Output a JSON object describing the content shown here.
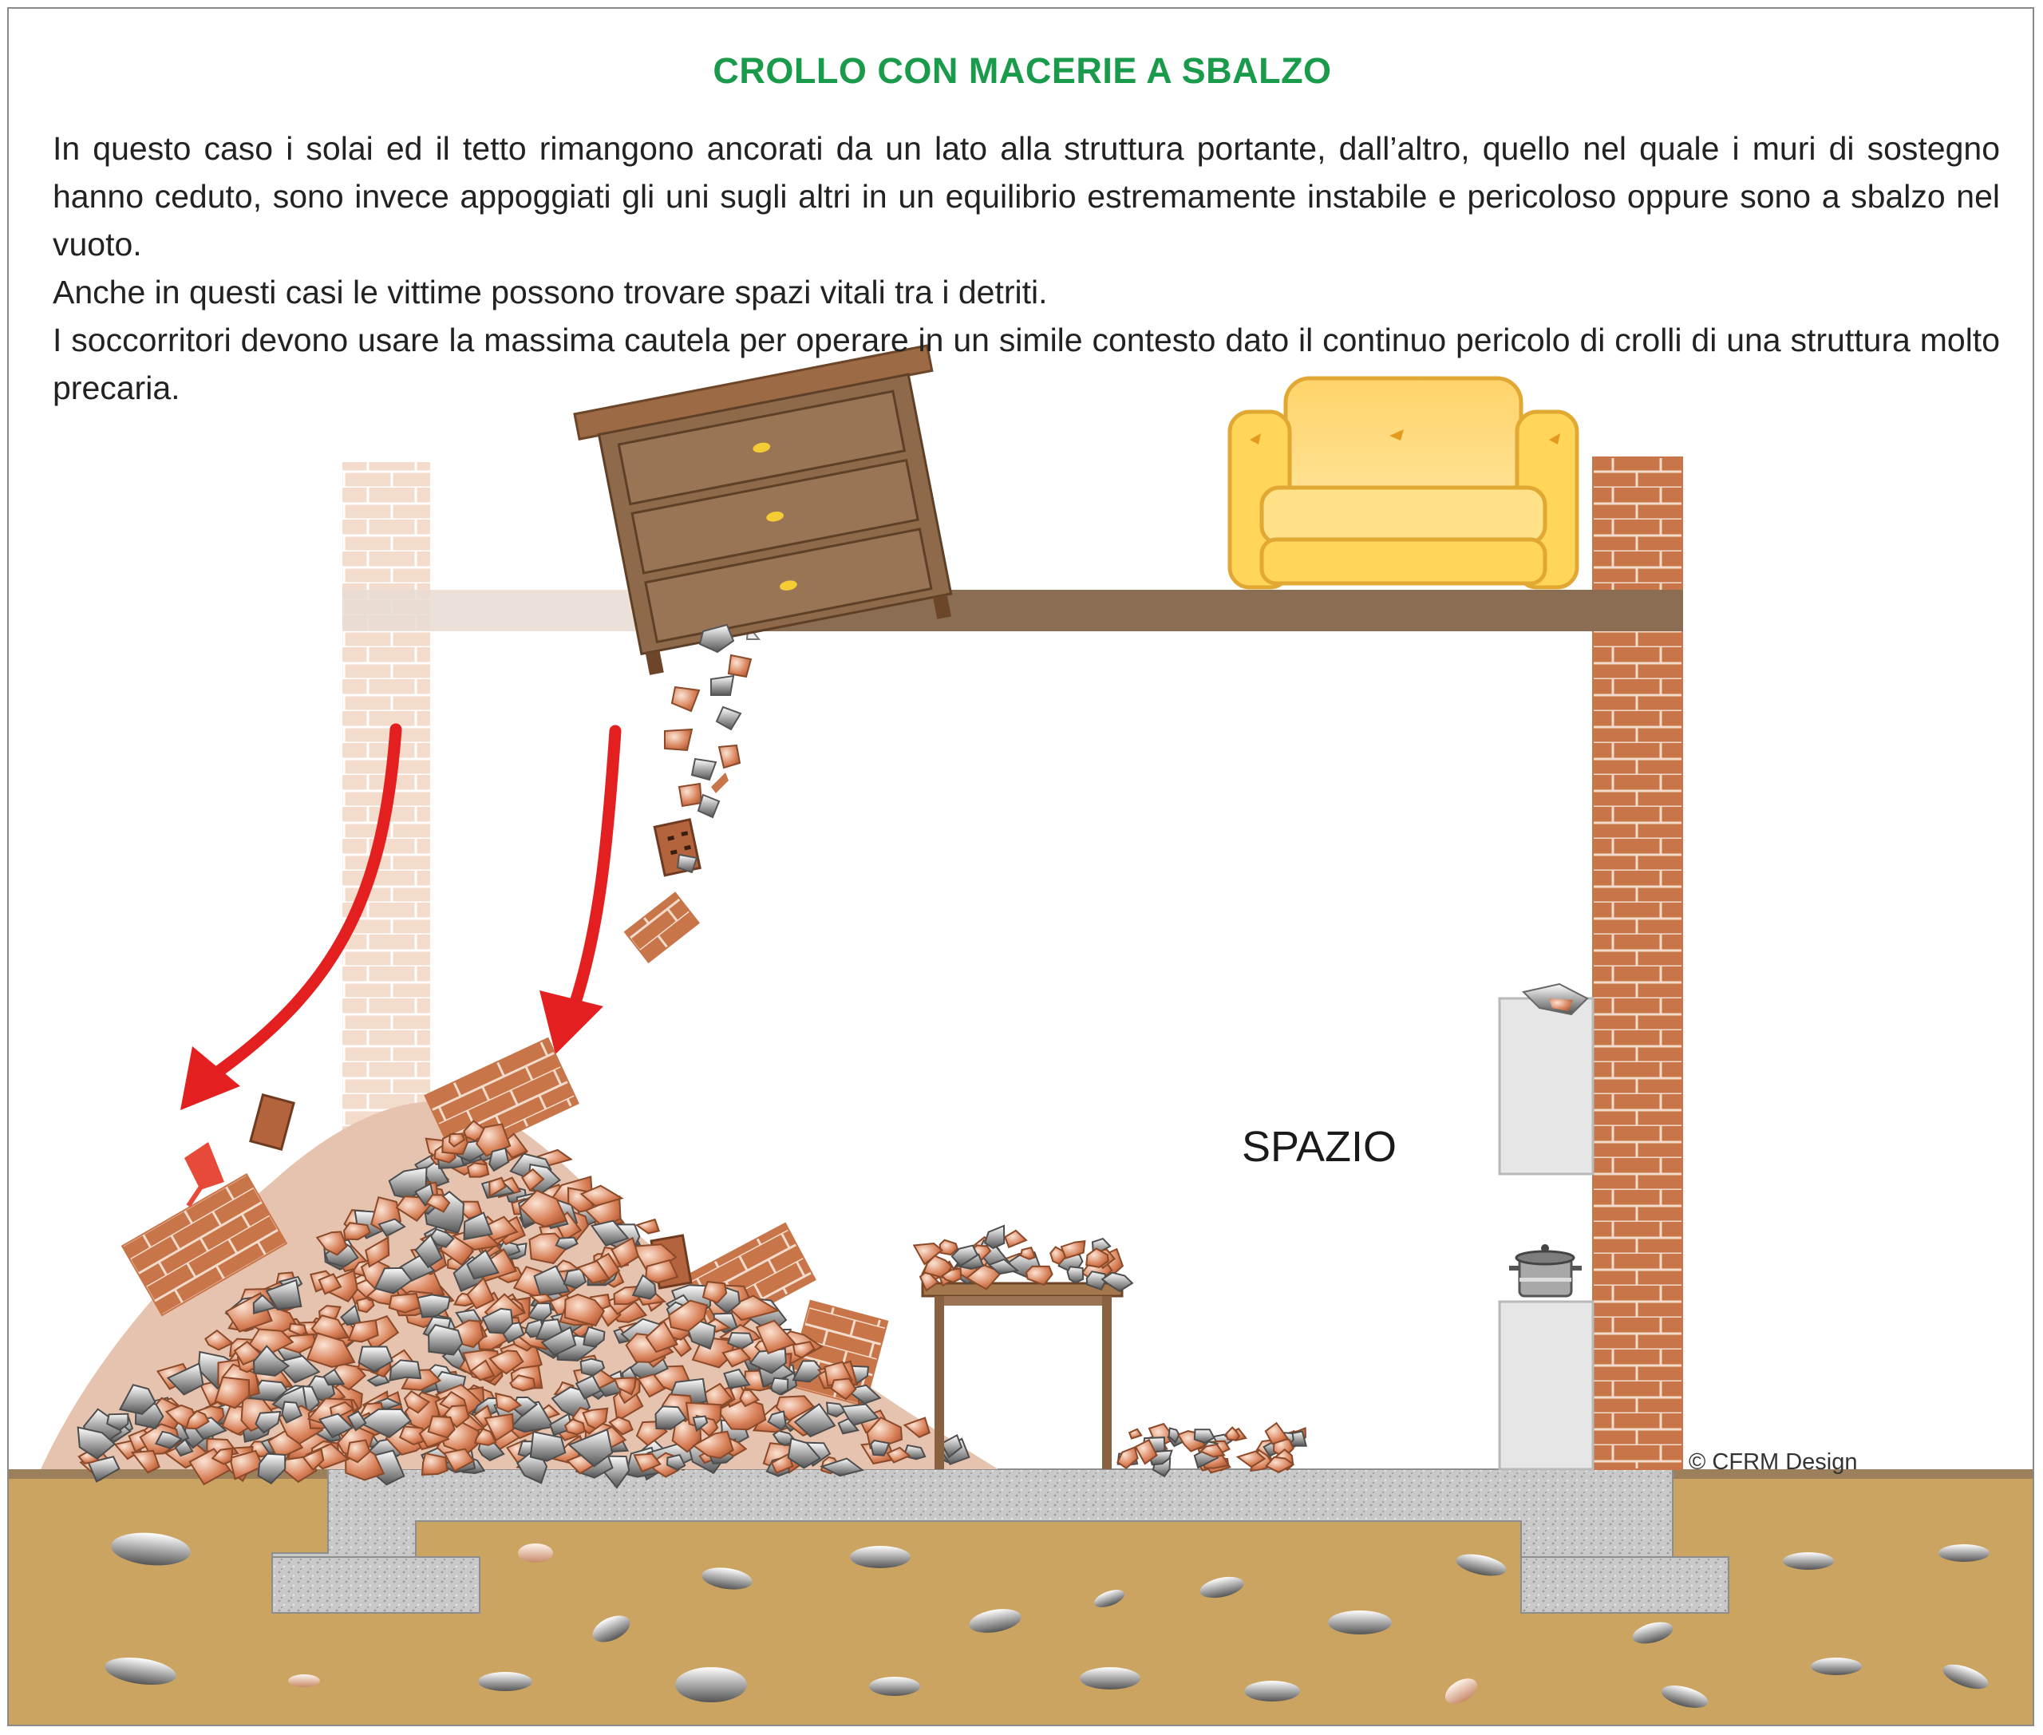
{
  "title": "CROLLO CON MACERIE A SBALZO",
  "paragraphs": [
    "In questo caso i solai ed il tetto rimangono ancorati da un lato alla struttura portante, dall’altro, quello nel quale i muri di sostegno hanno ceduto, sono invece appoggiati gli uni sugli altri in un equilibrio estremamente instabile e pericoloso oppure sono a sbalzo nel vuoto.",
    "Anche in questi casi le vittime possono trovare spazi vitali tra i detriti.",
    "I soccorritori devono usare la massima cautela per operare in un simile contesto dato il continuo pericolo di crolli di una struttura molto precaria."
  ],
  "labels": {
    "space": "SPAZIO",
    "credit": "© CFRM Design"
  },
  "colors": {
    "title": "#1a9a4b",
    "arrow": "#e41f1f",
    "brick": "#c8754a",
    "ground": "#cba461",
    "slab": "#8a6d53",
    "concrete": "#c8c8c8"
  },
  "icons": [
    "falling-arrow-icon",
    "armchair-icon",
    "dresser-icon",
    "cooking-pot-icon",
    "ceiling-lamp-icon"
  ]
}
